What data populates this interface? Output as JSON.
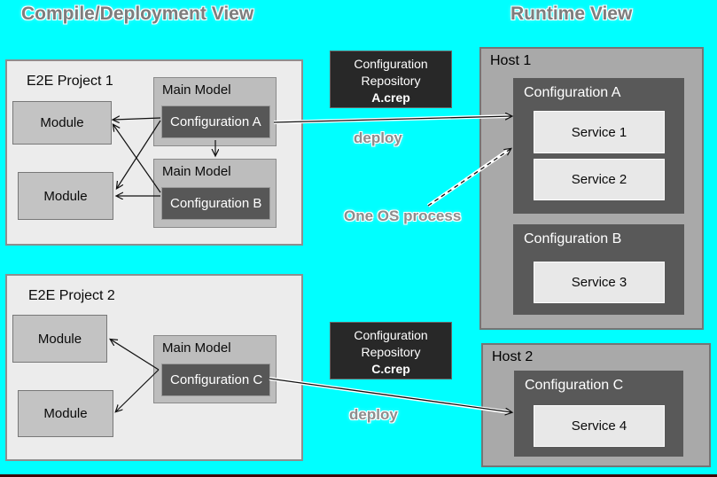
{
  "titles": {
    "left": "Compile/Deployment View",
    "right": "Runtime View"
  },
  "colors": {
    "background": "#00ffff",
    "project_fill": "#ececec",
    "module_fill": "#c3c3c3",
    "config_dark_fill": "#575757",
    "repository_fill": "#282828",
    "host_fill": "#a9a9a9",
    "service_fill": "#e8e8e8",
    "title_text": "#7d7d7d",
    "bottom_bar": "#3d0404"
  },
  "compile": {
    "projects": [
      {
        "label": "E2E Project 1",
        "modules": [
          "Module",
          "Module"
        ],
        "main_models": [
          {
            "label": "Main Model",
            "configuration": "Configuration A"
          },
          {
            "label": "Main Model",
            "configuration": "Configuration B"
          }
        ]
      },
      {
        "label": "E2E Project 2",
        "modules": [
          "Module",
          "Module"
        ],
        "main_models": [
          {
            "label": "Main Model",
            "configuration": "Configuration C"
          }
        ]
      }
    ]
  },
  "repositories": [
    {
      "line1": "Configuration",
      "line2": "Repository",
      "name": "A.crep",
      "deploy": "deploy"
    },
    {
      "line1": "Configuration",
      "line2": "Repository",
      "name": "C.crep",
      "deploy": "deploy"
    }
  ],
  "annotations": {
    "one_os_process": "One OS process"
  },
  "runtime": {
    "hosts": [
      {
        "label": "Host 1",
        "configs": [
          {
            "label": "Configuration A",
            "services": [
              "Service 1",
              "Service 2"
            ]
          },
          {
            "label": "Configuration B",
            "services": [
              "Service 3"
            ]
          }
        ]
      },
      {
        "label": "Host 2",
        "configs": [
          {
            "label": "Configuration C",
            "services": [
              "Service 4"
            ]
          }
        ]
      }
    ]
  }
}
